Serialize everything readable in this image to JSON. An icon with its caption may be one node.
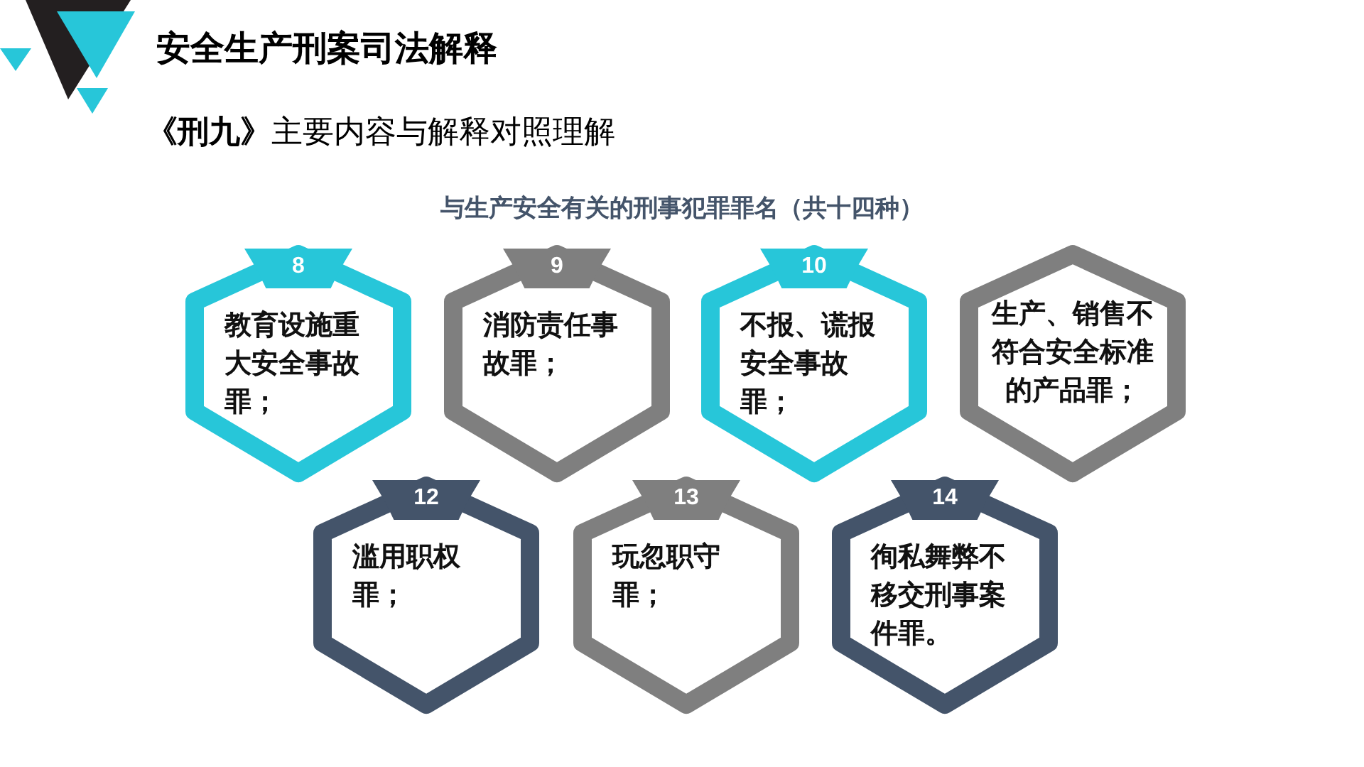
{
  "diagram": {
    "title": "安全生产刑案司法解释",
    "nodes": [
      {
        "text": [
          "8",
          "教育设施重大安全事故罪；"
        ]
      },
      {
        "text": [
          "9",
          "消防责任事故罪；"
        ]
      },
      {
        "text": [
          "10",
          "不报、谎报安全事故罪；"
        ]
      },
      {
        "text": [
          "生产、销售不符合安全标准的产品罪；"
        ]
      },
      {
        "text": [
          "12",
          "滥用职权罪；"
        ]
      },
      {
        "text": [
          "13",
          "玩忽职守罪；"
        ]
      },
      {
        "text": [
          "14",
          "徇私舞弊不移交刑事案件罪。"
        ]
      }
    ],
    "labels": [
      "**《刑九》**主要内容与解释对照理解",
      "与生产安全有关的刑事犯罪罪名（共十四种）"
    ]
  }
}
